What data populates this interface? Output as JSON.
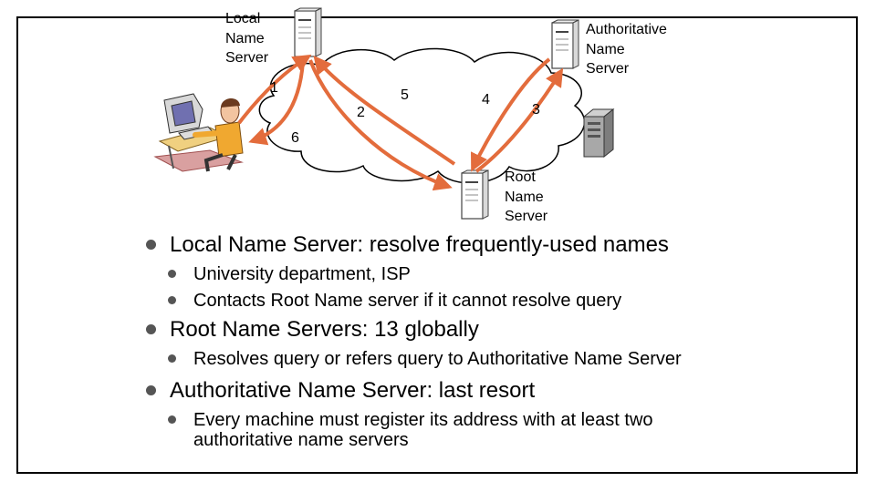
{
  "diagram": {
    "local_server_label": "Local\nName\nServer",
    "auth_server_label": "Authoritative\nName\nServer",
    "root_server_label": "Root\nName\nServer",
    "steps": [
      "1",
      "2",
      "3",
      "4",
      "5",
      "6"
    ],
    "colors": {
      "arrow": "#e36c3c",
      "line": "#000000",
      "bullet": "#555555"
    }
  },
  "bullets": [
    {
      "text": "Local Name Server:  resolve frequently-used names",
      "sub": [
        "University department, ISP",
        "Contacts Root Name server if it cannot resolve query"
      ]
    },
    {
      "text": "Root Name Servers:  13 globally",
      "sub": [
        "Resolves query or refers query to Authoritative Name Server"
      ]
    },
    {
      "text": "Authoritative Name Server:  last resort",
      "sub": [
        "Every machine must register its address with at least two authoritative name servers"
      ]
    }
  ]
}
